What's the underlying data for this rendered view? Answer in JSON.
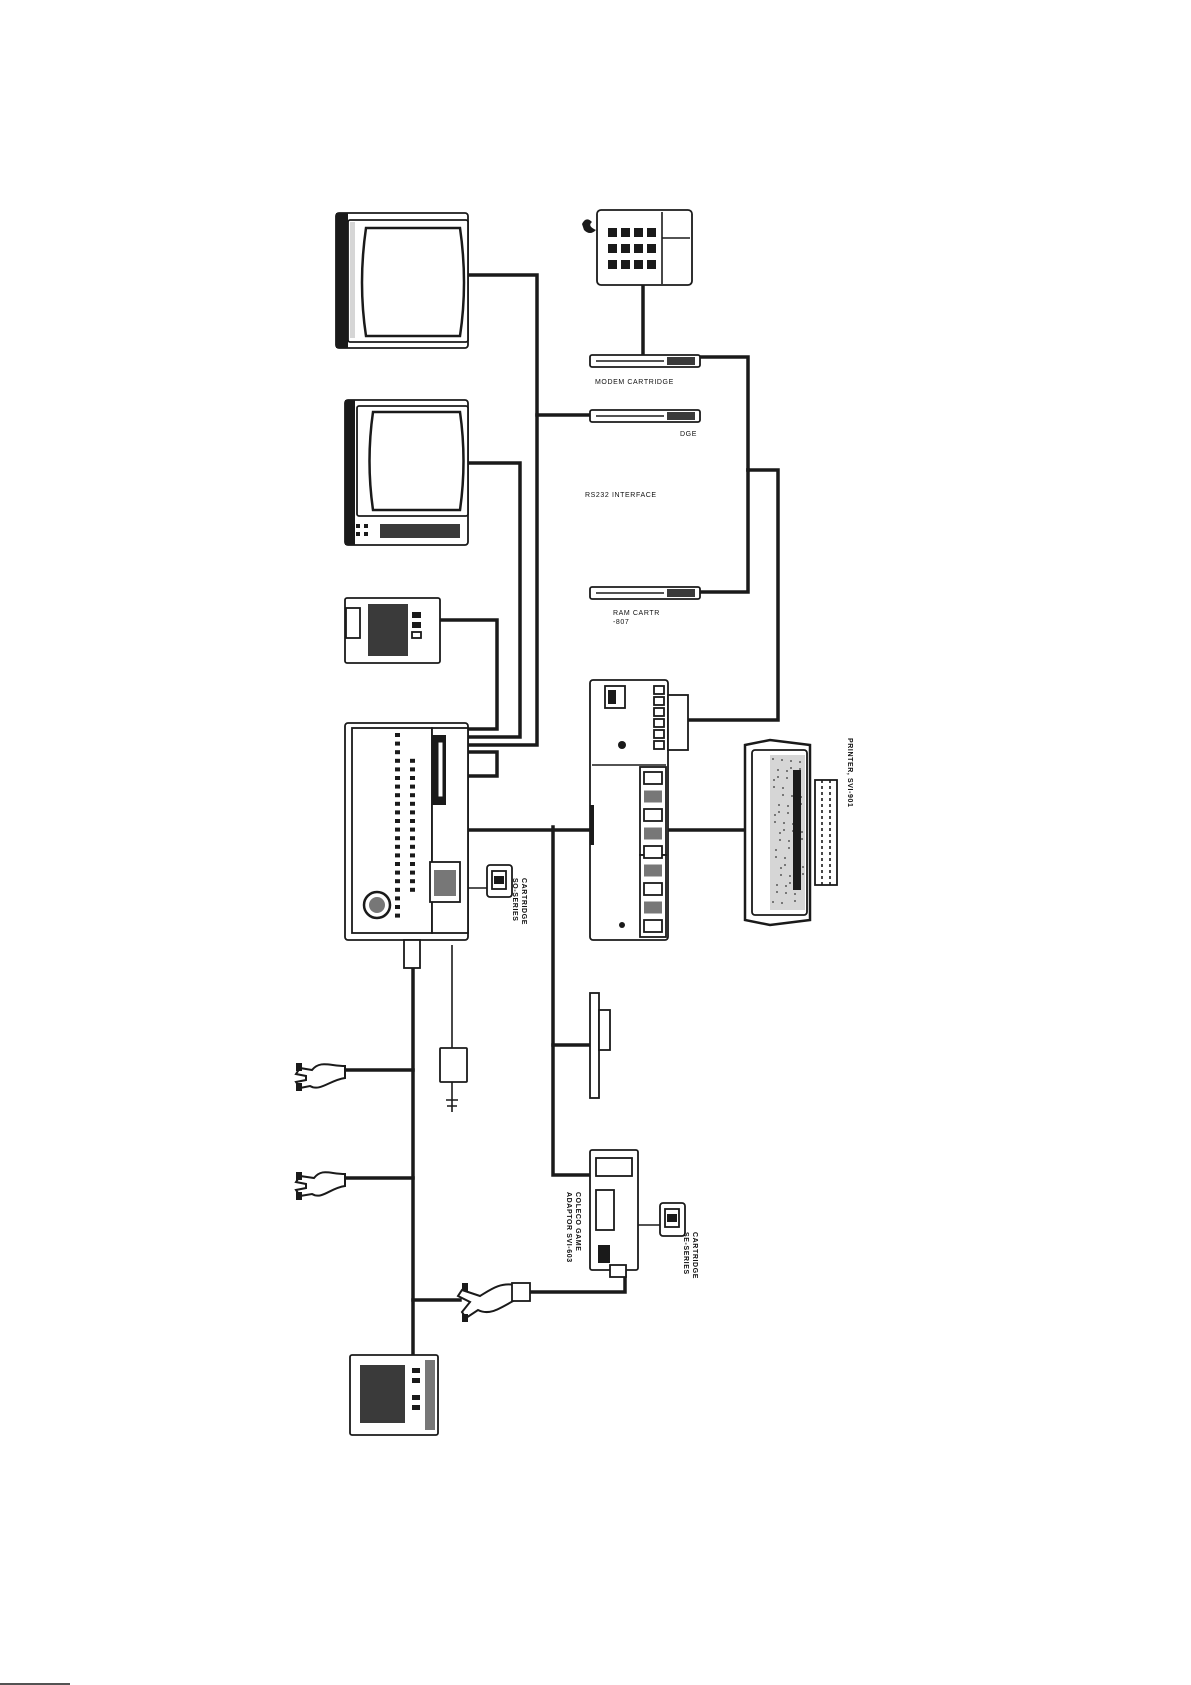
{
  "labels": {
    "modem_cartridge": "MODEM CARTRIDGE",
    "dge": "DGE",
    "rs232_interface": "RS232 INTERFACE",
    "ram_cartridge_line1": "RAM CARTR",
    "ram_cartridge_line2": "-807",
    "printer": "PRINTER, SVI-901",
    "cartridge_main_line1": "CARTRIDGE",
    "cartridge_main_line2": "SO-SERIES",
    "coleco_line1": "COLECO GAME",
    "coleco_line2": "ADAPTOR SVI-603",
    "cartridge_coleco_line1": "CARTRIDGE",
    "cartridge_coleco_line2": "SE-SERIES"
  }
}
